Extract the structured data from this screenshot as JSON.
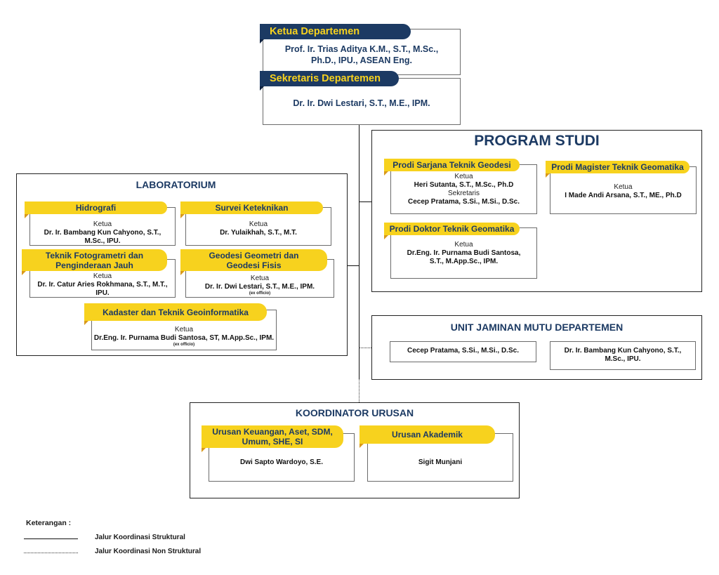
{
  "head": {
    "ketua_tab": "Ketua Departemen",
    "ketua_name_1": "Prof. Ir. Trias Aditya K.M., S.T., M.Sc.,",
    "ketua_name_2": "Ph.D., IPU., ASEAN Eng.",
    "sekretaris_tab": "Sekretaris Departemen",
    "sekretaris_name": "Dr. Ir. Dwi Lestari, S.T., M.E., IPM."
  },
  "program_studi": {
    "heading": "PROGRAM STUDI",
    "sarjana": {
      "tab": "Prodi Sarjana Teknik Geodesi",
      "role1": "Ketua",
      "name1": "Heri Sutanta, S.T., M.Sc., Ph.D",
      "role2": "Sekretaris",
      "name2": "Cecep Pratama, S.Si., M.Si., D.Sc."
    },
    "magister": {
      "tab": "Prodi Magister Teknik Geomatika",
      "role": "Ketua",
      "name": "I Made Andi Arsana, S.T., ME., Ph.D"
    },
    "doktor": {
      "tab": "Prodi Doktor Teknik Geomatika",
      "role": "Ketua",
      "name1": "Dr.Eng. Ir. Purnama Budi Santosa,",
      "name2": "S.T., M.App.Sc., IPM."
    }
  },
  "laboratorium": {
    "heading": "LABORATORIUM",
    "hidrografi": {
      "tab": "Hidrografi",
      "role": "Ketua",
      "name1": "Dr. Ir. Bambang Kun Cahyono, S.T.,",
      "name2": "M.Sc., IPU."
    },
    "survei": {
      "tab": "Survei Keteknikan",
      "role": "Ketua",
      "name": "Dr. Yulaikhah, S.T., M.T."
    },
    "fotogrametri": {
      "tab1": "Teknik Fotogrametri dan",
      "tab2": "Penginderaan Jauh",
      "role": "Ketua",
      "name1": "Dr. Ir. Catur Aries Rokhmana, S.T., M.T.,",
      "name2": "IPU."
    },
    "geodesi": {
      "tab1": "Geodesi Geometri dan",
      "tab2": "Geodesi Fisis",
      "role": "Ketua",
      "name": "Dr. Ir. Dwi Lestari, S.T., M.E., IPM.",
      "note": "(ex officio)"
    },
    "kadaster": {
      "tab": "Kadaster dan Teknik Geoinformatika",
      "role": "Ketua",
      "name": "Dr.Eng. Ir. Purnama Budi Santosa, ST, M.App.Sc., IPM.",
      "note": "(ex officio)"
    }
  },
  "unit_jaminan_mutu": {
    "heading": "UNIT JAMINAN MUTU DEPARTEMEN",
    "member1": "Cecep Pratama, S.Si., M.Si., D.Sc.",
    "member2_1": "Dr. Ir. Bambang Kun Cahyono, S.T.,",
    "member2_2": "M.Sc., IPU."
  },
  "koordinator_urusan": {
    "heading": "KOORDINATOR URUSAN",
    "keuangan": {
      "tab1": "Urusan Keuangan, Aset, SDM,",
      "tab2": "Umum, SHE, SI",
      "name": "Dwi Sapto Wardoyo, S.E."
    },
    "akademik": {
      "tab": "Urusan Akademik",
      "name": "Sigit Munjani"
    }
  },
  "legend": {
    "title": "Keterangan :",
    "structural": "Jalur Koordinasi Struktural",
    "non_structural": "Jalur Koordinasi Non Struktural"
  },
  "colors": {
    "navy": "#1c3a63",
    "yellow": "#f7d21e",
    "shadow": "#d9991a"
  }
}
